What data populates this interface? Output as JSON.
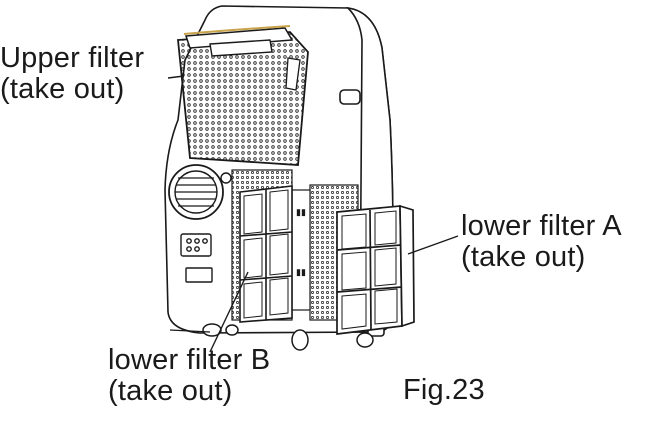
{
  "labels": {
    "upper_filter": {
      "line1": "Upper filter",
      "line2": "(take out)"
    },
    "lower_filter_a": {
      "line1": "lower filter A",
      "line2": "(take out)"
    },
    "lower_filter_b": {
      "line1": "lower filter B",
      "line2": "(take out)"
    },
    "figure": "Fig.23"
  },
  "colors": {
    "ink": "#1a1a1a",
    "background": "#ffffff"
  }
}
